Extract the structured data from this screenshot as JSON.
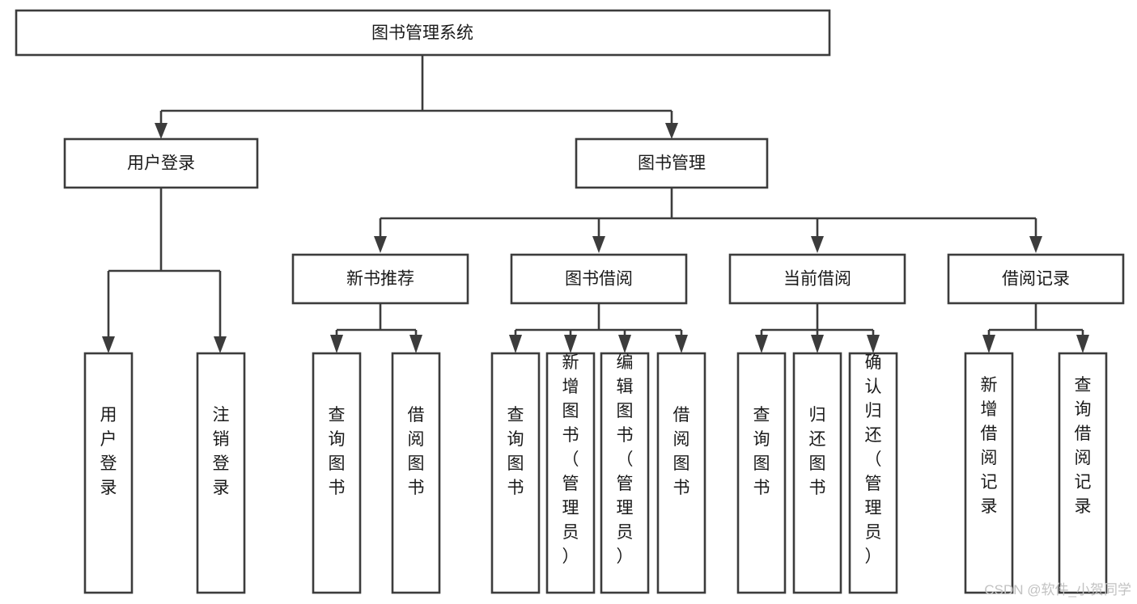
{
  "diagram": {
    "type": "tree",
    "title": "图书管理系统",
    "orientation": "top-down",
    "colors": {
      "box_stroke": "#3c3c3c",
      "box_fill": "#ffffff",
      "text": "#1a1a1a",
      "background": "#ffffff",
      "watermark": "#c2c2c2"
    },
    "root": {
      "label": "图书管理系统"
    },
    "level2": [
      {
        "label": "用户登录"
      },
      {
        "label": "图书管理"
      }
    ],
    "level3": [
      {
        "label": "新书推荐"
      },
      {
        "label": "图书借阅"
      },
      {
        "label": "当前借阅"
      },
      {
        "label": "借阅记录"
      }
    ],
    "leaves": {
      "user_login": [
        {
          "label": "用户登录"
        },
        {
          "label": "注销登录"
        }
      ],
      "new_book_recommend": [
        {
          "label": "查询图书"
        },
        {
          "label": "借阅图书"
        }
      ],
      "book_borrow": [
        {
          "label": "查询图书"
        },
        {
          "label": "新增图书（管理员）"
        },
        {
          "label": "编辑图书（管理员）"
        },
        {
          "label": "借阅图书"
        }
      ],
      "current_borrow": [
        {
          "label": "查询图书"
        },
        {
          "label": "归还图书"
        },
        {
          "label": "确认归还（管理员）"
        }
      ],
      "borrow_record": [
        {
          "label": "新增借阅记录"
        },
        {
          "label": "查询借阅记录"
        }
      ]
    }
  },
  "watermark": {
    "text": "CSDN @软件_小贺同学"
  }
}
